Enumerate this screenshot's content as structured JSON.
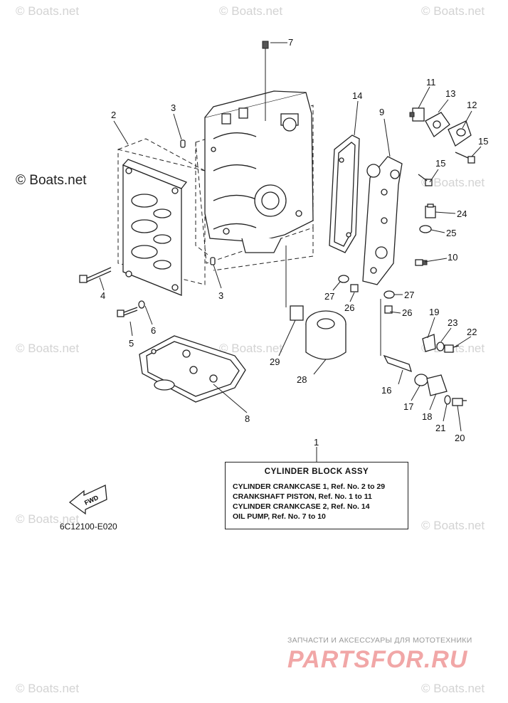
{
  "watermarks": {
    "text": "© Boats.net",
    "primary": "© Boats.net"
  },
  "callouts": [
    "1",
    "2",
    "3",
    "3",
    "4",
    "5",
    "6",
    "7",
    "8",
    "9",
    "10",
    "11",
    "12",
    "13",
    "14",
    "15",
    "15",
    "16",
    "17",
    "18",
    "19",
    "20",
    "21",
    "22",
    "23",
    "24",
    "25",
    "26",
    "26",
    "27",
    "27",
    "28",
    "29"
  ],
  "info_box": {
    "title": "CYLINDER BLOCK ASSY",
    "lines": [
      "CYLINDER CRANKCASE 1,  Ref. No. 2 to 29",
      "CRANKSHAFT PISTON,  Ref. No. 1 to 11",
      "CYLINDER CRANKCASE 2, Ref. No. 14",
      "OIL PUMP,  Ref. No. 7 to 10"
    ]
  },
  "fwd_label": "FWD",
  "diagram_code": "6C12100-E020",
  "shop": {
    "caption": "ЗАПЧАСТИ И АКСЕССУАРЫ ДЛЯ МОТОТЕХНИКИ",
    "logo": "PARTSFOR.RU"
  },
  "colors": {
    "line": "#222222",
    "watermark": "#d3d3d3",
    "logo": "#f1a7a7"
  }
}
